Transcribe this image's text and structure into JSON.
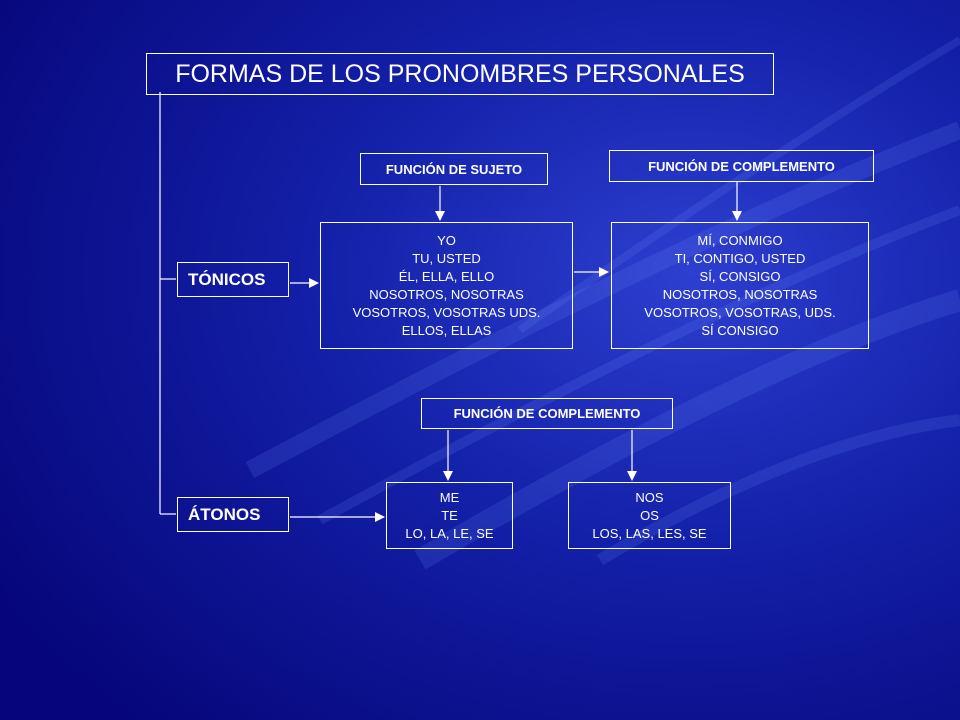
{
  "colors": {
    "background": "#0a0a8c",
    "foreground": "#ffffff"
  },
  "title": "FORMAS DE LOS PRONOMBRES PERSONALES",
  "tonicos": {
    "label": "TÓNICOS",
    "sujeto_header": "FUNCIÓN DE SUJETO",
    "complemento_header": "FUNCIÓN DE COMPLEMENTO",
    "sujeto_items": [
      "YO",
      "TU, USTED",
      "ÉL, ELLA, ELLO",
      "NOSOTROS, NOSOTRAS",
      "VOSOTROS, VOSOTRAS UDS.",
      "ELLOS, ELLAS"
    ],
    "complemento_items": [
      "MÍ, CONMIGO",
      "TI, CONTIGO, USTED",
      "SÍ, CONSIGO",
      "NOSOTROS, NOSOTRAS",
      "VOSOTROS, VOSOTRAS, UDS.",
      "SÍ CONSIGO"
    ]
  },
  "atonos": {
    "label": "ÁTONOS",
    "complemento_header": "FUNCIÓN DE COMPLEMENTO",
    "singular_items": [
      "ME",
      "TE",
      "LO, LA, LE, SE"
    ],
    "plural_items": [
      "NOS",
      "OS",
      "LOS, LAS, LES, SE"
    ]
  }
}
